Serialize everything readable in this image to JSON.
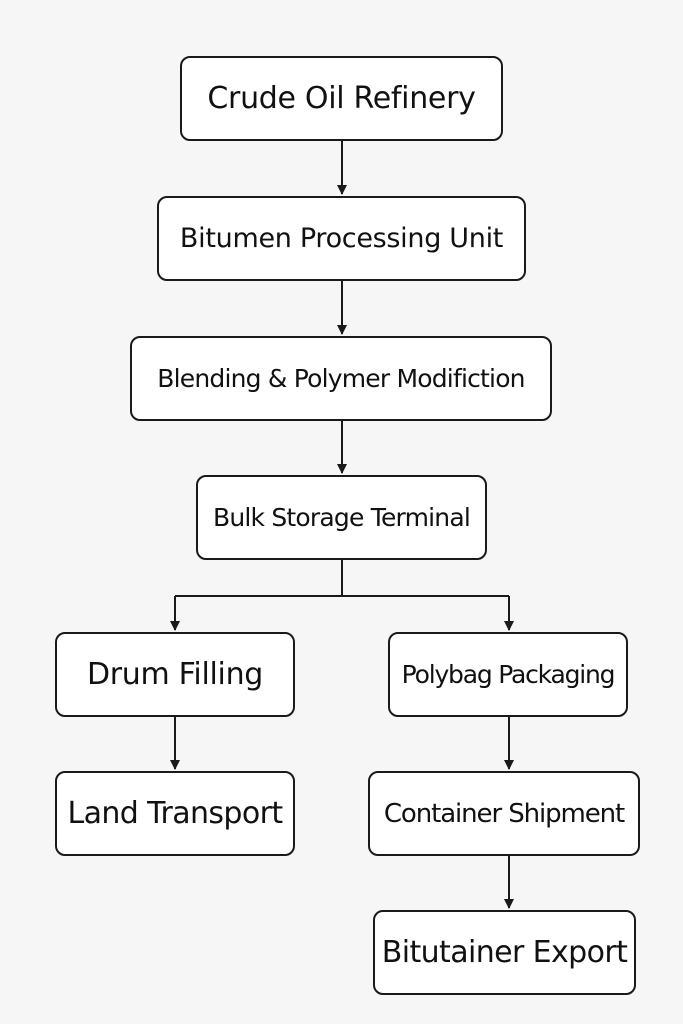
{
  "diagram": {
    "nodes": [
      {
        "id": "crude",
        "label": "Crude Oil Refinery"
      },
      {
        "id": "bitumen",
        "label": "Bitumen Processing Unit"
      },
      {
        "id": "blending",
        "label": "Blending & Polymer Modifiction"
      },
      {
        "id": "bulk",
        "label": "Bulk Storage Terminal"
      },
      {
        "id": "drum",
        "label": "Drum Filling"
      },
      {
        "id": "poly",
        "label": "Polybag Packaging"
      },
      {
        "id": "land",
        "label": "Land Transport"
      },
      {
        "id": "container",
        "label": "Container Shipment"
      },
      {
        "id": "bitutainer",
        "label": "Bitutainer Export"
      }
    ],
    "edges": [
      {
        "from": "crude",
        "to": "bitumen"
      },
      {
        "from": "bitumen",
        "to": "blending"
      },
      {
        "from": "blending",
        "to": "bulk"
      },
      {
        "from": "bulk",
        "to": "drum"
      },
      {
        "from": "bulk",
        "to": "poly"
      },
      {
        "from": "drum",
        "to": "land"
      },
      {
        "from": "poly",
        "to": "container"
      },
      {
        "from": "container",
        "to": "bitutainer"
      }
    ]
  }
}
